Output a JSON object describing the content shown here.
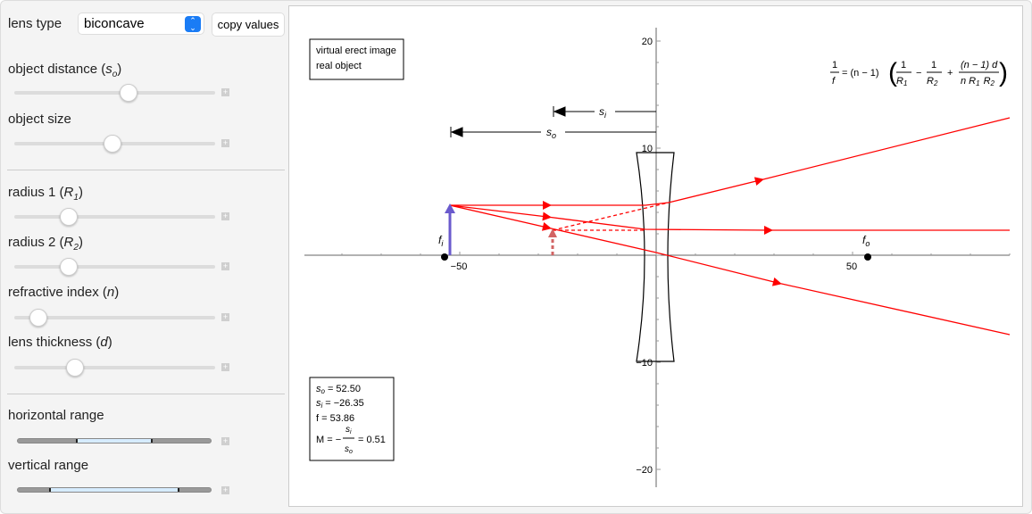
{
  "controls": {
    "lens_type_label": "lens type",
    "lens_type_value": "biconcave",
    "copy_values": "copy values",
    "sliders": [
      {
        "label": "object distance (",
        "sym": "s",
        "sub": "o",
        "value": 0.57
      },
      {
        "label": "object size",
        "value": 0.49
      },
      {
        "label": "radius 1 (",
        "sym": "R",
        "sub": "1",
        "value": 0.27
      },
      {
        "label": "radius 2 (",
        "sym": "R",
        "sub": "2",
        "value": 0.27
      },
      {
        "label": "refractive index (",
        "sym": "n",
        "value": 0.12
      },
      {
        "label": "lens thickness (",
        "sym": "d",
        "value": 0.3
      }
    ],
    "horizontal_range": {
      "label": "horizontal range",
      "min": 0.3,
      "max": 0.7
    },
    "vertical_range": {
      "label": "vertical range",
      "min": 0.16,
      "max": 0.84
    }
  },
  "plot": {
    "legend_lines": [
      "virtual erect image",
      "real object"
    ],
    "formula": {
      "one": "1",
      "f": "f",
      "eq": "= (n − 1)",
      "R1": "R",
      "R1sub": "1",
      "R2": "R",
      "R2sub": "2",
      "minus": "−",
      "plus": "+",
      "num3": "(n − 1) d",
      "den3": "n R",
      "den3b": "R"
    },
    "ticks": {
      "x": [
        "−50",
        "50"
      ],
      "y": [
        "20",
        "10",
        "−10",
        "−20"
      ]
    },
    "labels": {
      "si": "s",
      "si_sub": "i",
      "so": "s",
      "so_sub": "o",
      "fi": "f",
      "fi_sub": "i",
      "fo": "f",
      "fo_sub": "o"
    },
    "results": {
      "so": "= 52.50",
      "si": "= −26.35",
      "f": "f = 53.86",
      "M_prefix": "M = −",
      "M_value": "= 0.51"
    },
    "colors": {
      "ray": "#ff0000",
      "object": "#6a5acd",
      "image": "#d26464"
    }
  }
}
